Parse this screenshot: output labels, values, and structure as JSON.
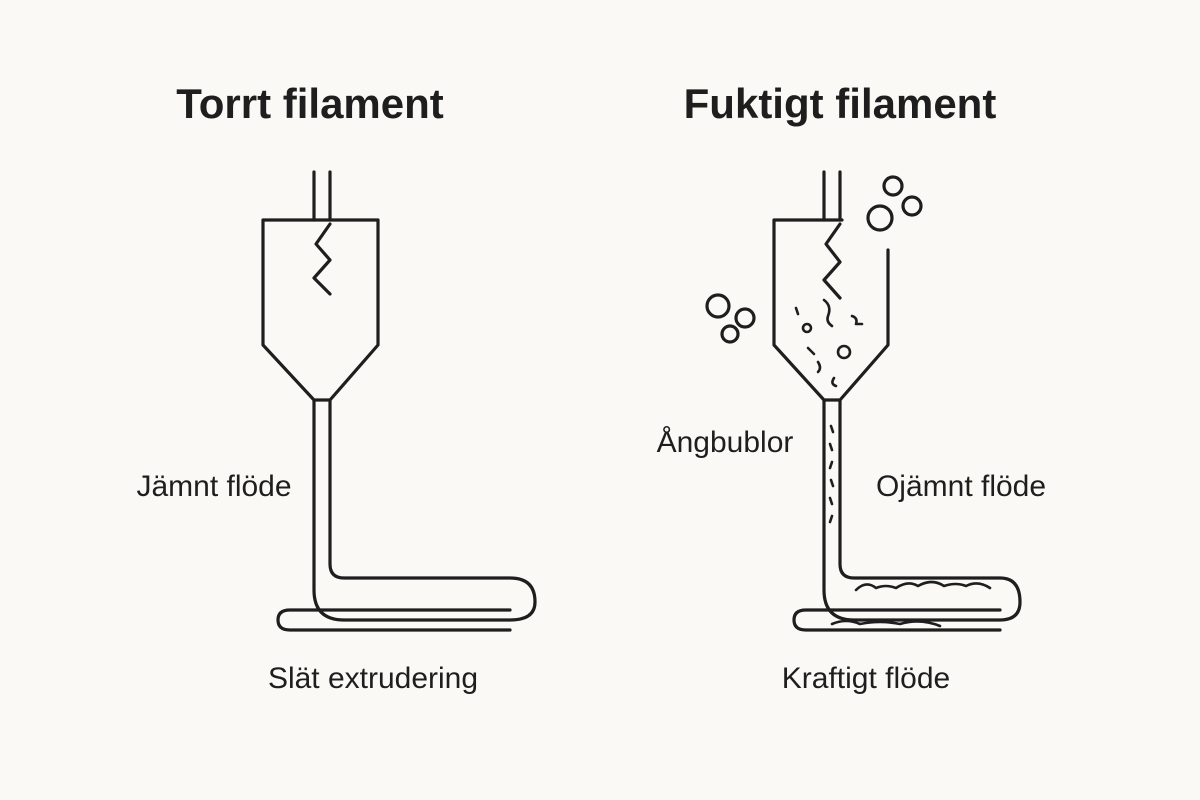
{
  "left": {
    "title": "Torrt filament",
    "flow_label": "Jämnt flöde",
    "result_label": "Slät extrudering"
  },
  "right": {
    "title": "Fuktigt filament",
    "bubbles_label": "Ångbublor",
    "flow_label": "Ojämnt flöde",
    "result_label": "Kraftigt flöde"
  },
  "colors": {
    "background": "#faf9f6",
    "ink": "#1e1e1e"
  }
}
